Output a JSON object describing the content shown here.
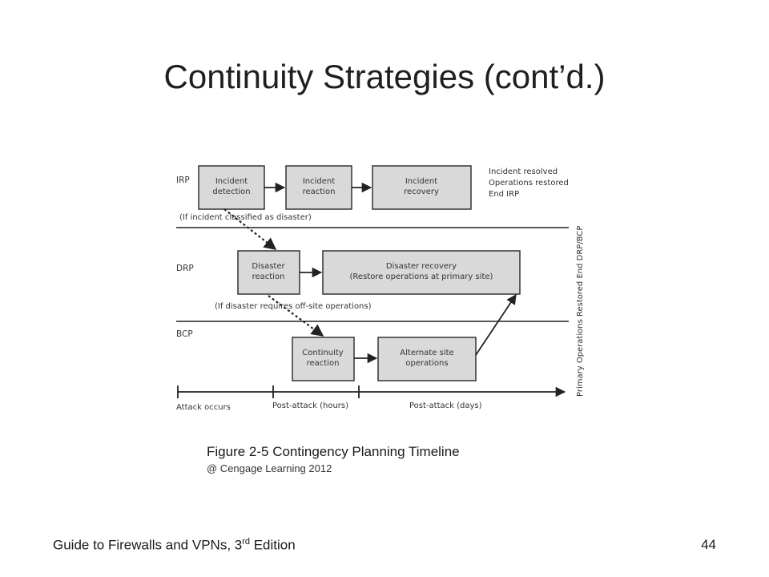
{
  "slide": {
    "title": "Continuity Strategies (cont’d.)",
    "caption": "Figure 2-5 Contingency Planning Timeline",
    "credit": "@ Cengage Learning 2012",
    "footer_prefix": "Guide to Firewalls and VPNs, 3",
    "footer_sup": "rd",
    "footer_suffix": " Edition",
    "page_number": "44"
  },
  "diagram": {
    "lanes": {
      "irp": "IRP",
      "drp": "DRP",
      "bcp": "BCP"
    },
    "boxes": {
      "incident_detection": [
        "Incident",
        "detection"
      ],
      "incident_reaction": [
        "Incident",
        "reaction"
      ],
      "incident_recovery": [
        "Incident",
        "recovery"
      ],
      "disaster_reaction": [
        "Disaster",
        "reaction"
      ],
      "disaster_recovery": [
        "Disaster recovery",
        "(Restore operations at primary site)"
      ],
      "continuity_reaction": [
        "Continuity",
        "reaction"
      ],
      "alternate_site": [
        "Alternate site",
        "operations"
      ]
    },
    "notes": {
      "irp_end": [
        "Incident resolved",
        "Operations restored",
        "End IRP"
      ],
      "classified": "(If incident classified as disaster)",
      "offsite": "(If disaster requires off-site operations)",
      "vertical": "Primary Operations Restored End DRP/BCP"
    },
    "timeline": {
      "attack": "Attack occurs",
      "hours": "Post-attack (hours)",
      "days": "Post-attack (days)"
    }
  }
}
